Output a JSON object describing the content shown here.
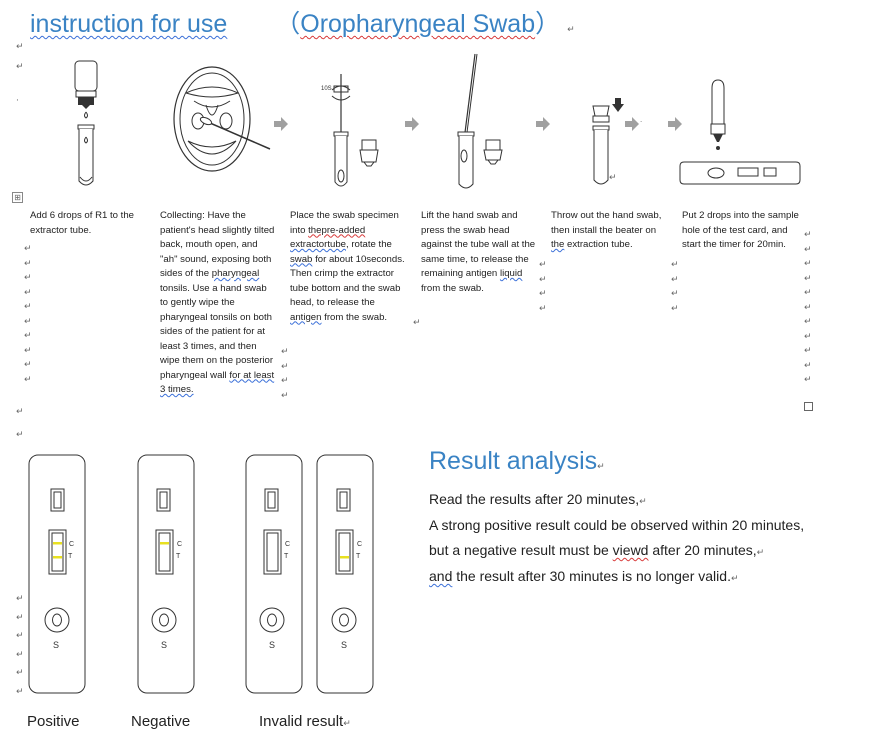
{
  "header": {
    "title_prefix": "instruction for use",
    "title_main": "Oropharyngeal Swab",
    "title_open": "（",
    "title_close": "）"
  },
  "marks": {
    "return": "↵",
    "dot": "·",
    "move": "⊞"
  },
  "steps": {
    "swab_label": "10S",
    "step1": "Add 6 drops of R1 to the extractor tube.",
    "step2_a": "Collecting: Have the patient's head slightly tilted back, mouth open, and \"ah\" sound, exposing both sides of the",
    "step2_b": "pharyngeal",
    "step2_c": "tonsils. Use a hand swab to gently wipe the pharyngeal tonsils on both sides of the patient for at least 3 times, and then wipe them on the posterior pharyngeal wall",
    "step2_d": "for at least 3 times.",
    "step3_a": "Place the swab specimen into",
    "step3_b": "thepre-added",
    "step3_c": "extractortube",
    "step3_d": ", rotate the",
    "step3_e": "swab",
    "step3_f": "for about 10seconds. Then crimp the extractor tube bottom and the swab head, to release the",
    "step3_g": "antigen",
    "step3_h": "from the swab.",
    "step4_a": "Lift the hand swab and press the swab head against the tube wall at the same time, to release the remaining antigen",
    "step4_b": "liquid",
    "step4_c": "from the swab.",
    "step5_a": "Throw out the hand swab, then install the beater on",
    "step5_b": "the",
    "step5_c": "extraction tube.",
    "step6": "Put 2 drops into the sample hole of the test card, and start the timer for 20min."
  },
  "cassettes": {
    "c_label": "C",
    "t_label": "T",
    "s_label": "S",
    "captions": [
      "Positive",
      "Negative",
      "Invalid result"
    ],
    "colors": {
      "line": "#e8e020",
      "outline": "#333333"
    }
  },
  "result": {
    "title": "Result analysis",
    "line1": "Read the results after 20 minutes,",
    "line2": "A strong positive result could be observed within 20 minutes,",
    "line3_a": "but a negative result must be",
    "line3_b": "viewd",
    "line3_c": "after 20  minutes,",
    "line4_a": "and",
    "line4_b": "the result after 30 minutes is no longer valid."
  },
  "colors": {
    "accent": "#3a83c4",
    "arrow": "#a0a0a0"
  }
}
